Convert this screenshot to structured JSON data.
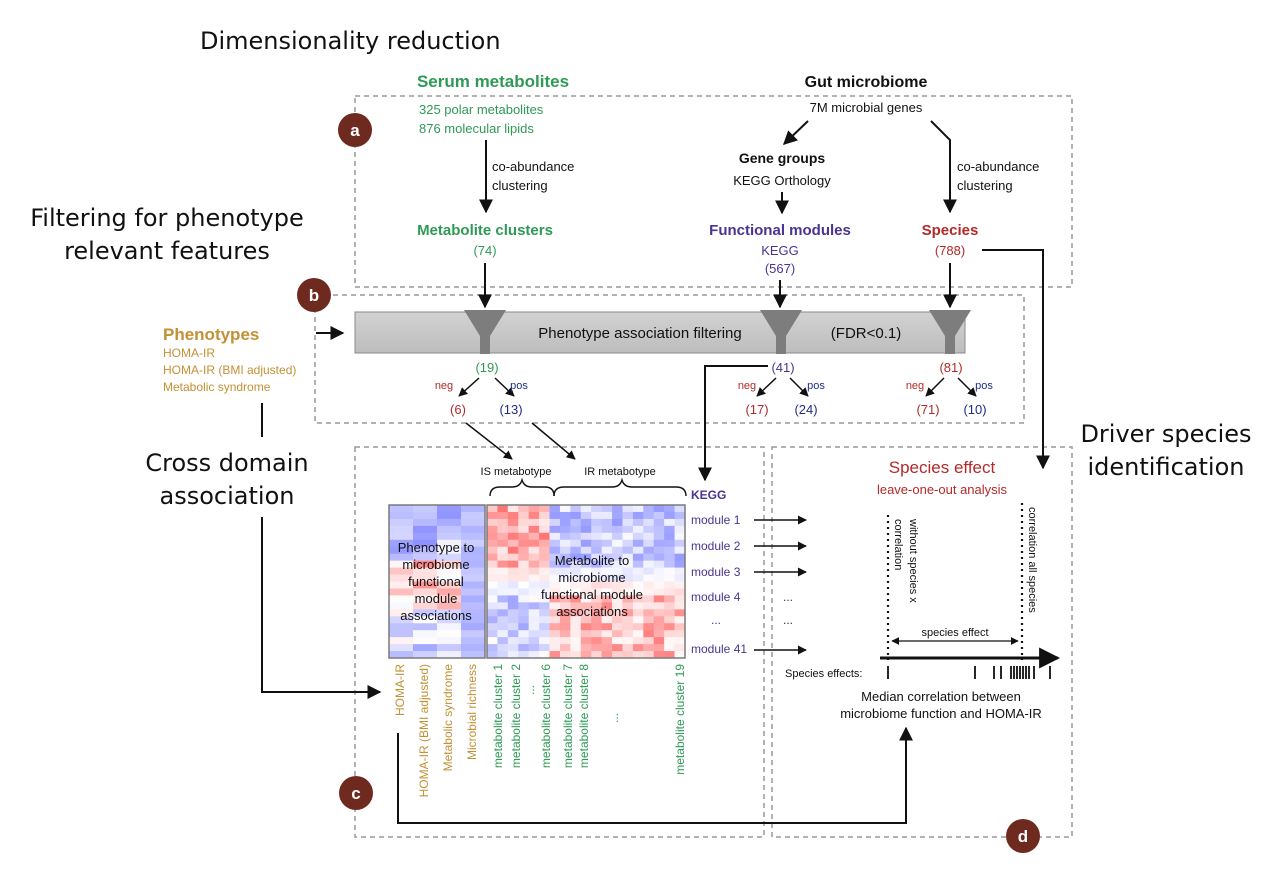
{
  "headings": {
    "dimensionality": "Dimensionality reduction",
    "filtering_1": "Filtering for phenotype",
    "filtering_2": "relevant features",
    "cross_1": "Cross domain",
    "cross_2": "association",
    "driver_1": "Driver species",
    "driver_2": "identification"
  },
  "panel_labels": {
    "a": "a",
    "b": "b",
    "c": "c",
    "d": "d"
  },
  "serum": {
    "title": "Serum metabolites",
    "line1": "325 polar metabolites",
    "line2": "876 molecular lipids",
    "method1": "co-abundance",
    "method2": "clustering",
    "clusters_title": "Metabolite clusters",
    "clusters_count": "(74)"
  },
  "gut": {
    "title": "Gut microbiome",
    "genes": "7M microbial genes",
    "gene_groups": "Gene groups",
    "ko": "KEGG Orthology",
    "modules_title": "Functional modules",
    "modules_sub": "KEGG",
    "modules_count": "(567)",
    "method1": "co-abundance",
    "method2": "clustering",
    "species_title": "Species",
    "species_count": "(788)"
  },
  "filter": {
    "bar_label": "Phenotype association filtering",
    "fdr": "(FDR<0.1)",
    "phenotypes_title": "Phenotypes",
    "phenotypes": [
      "HOMA-IR",
      "HOMA-IR (BMI adjusted)",
      "Metabolic syndrome"
    ],
    "metab_count": "(19)",
    "metab_neg": "(6)",
    "metab_pos": "(13)",
    "func_count": "(41)",
    "func_neg": "(17)",
    "func_pos": "(24)",
    "spec_count": "(81)",
    "spec_neg": "(71)",
    "spec_pos": "(10)",
    "neg": "neg",
    "pos": "pos"
  },
  "cross": {
    "is_metabotype": "IS metabotype",
    "ir_metabotype": "IR metabotype",
    "kegg": "KEGG",
    "modules": [
      "module 1",
      "module 2",
      "module 3",
      "module 4",
      "...",
      "module 41"
    ],
    "pheno_box": [
      "Phenotype to",
      "microbiome",
      "functional",
      "module",
      "associations"
    ],
    "metab_box": [
      "Metabolite to",
      "microbiome",
      "functional module",
      "associations"
    ],
    "pheno_cols": [
      "HOMA-IR",
      "HOMA-IR (BMI adjusted)",
      "Metabolic syndrome",
      "Microbial richness"
    ],
    "metab_cols": [
      "metabolite cluster 1",
      "metabolite cluster 2",
      "...",
      "metabolite cluster 6",
      "metabolite cluster 7",
      "metabolite cluster 8",
      "...",
      "metabolite cluster 19"
    ],
    "dots": "..."
  },
  "driver": {
    "title": "Species effect",
    "subtitle": "leave-one-out analysis",
    "corr_without_1": "correlation",
    "corr_without_2": "without species x",
    "corr_all": "correlation all species",
    "species_effect": "species effect",
    "effects_label": "Species effects:",
    "median_1": "Median correlation between",
    "median_2": "microbiome function and HOMA-IR"
  },
  "colors": {
    "green": "#2f9a56",
    "purple": "#4a3490",
    "red": "#b22a2a",
    "gold": "#c39035",
    "navy": "#1f2d86",
    "badge": "#6f2a20"
  }
}
